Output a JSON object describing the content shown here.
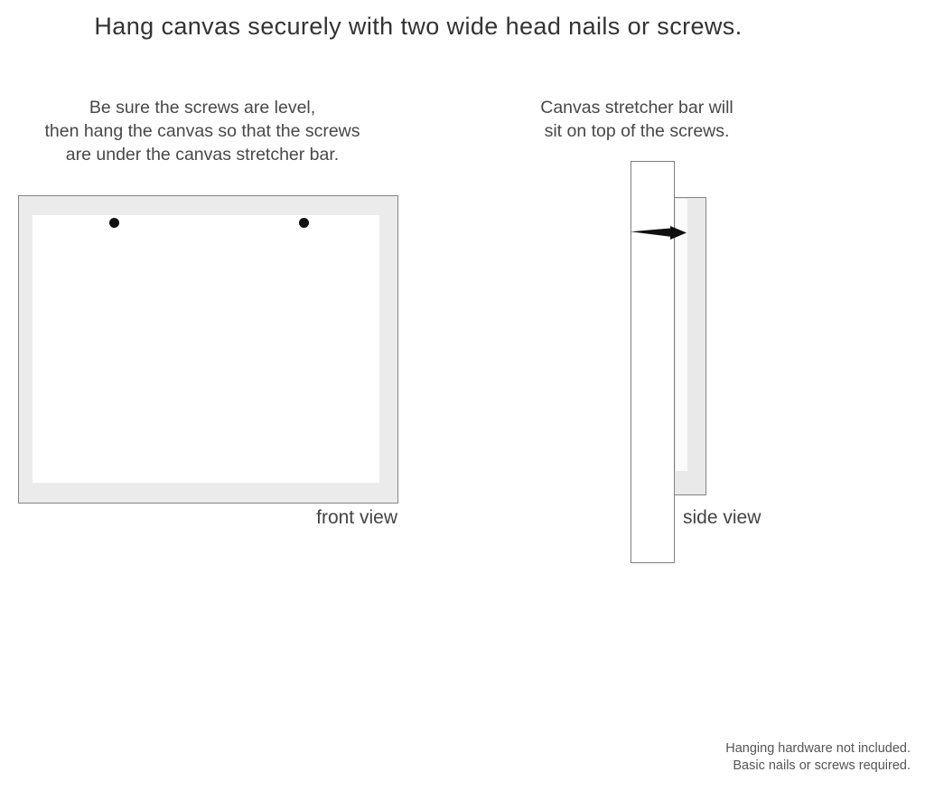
{
  "title": "Hang canvas securely with two wide head nails or screws.",
  "instructions": {
    "left": {
      "lines": [
        "Be sure the screws are level,",
        "then hang the canvas so that the screws",
        "are under the canvas stretcher bar."
      ]
    },
    "right": {
      "lines": [
        "Canvas stretcher bar will",
        "sit on top of the screws."
      ]
    }
  },
  "figures": {
    "front": {
      "label": "front view",
      "screw_count": 2,
      "description": "canvas face with two screw heads near top edge"
    },
    "side": {
      "label": "side view",
      "description": "wall bar with nail; canvas stretcher bar resting on top of nail"
    }
  },
  "footnote": {
    "lines": [
      "Hanging hardware not included.",
      "Basic nails or screws required."
    ]
  },
  "colors": {
    "background": "#ffffff",
    "canvas_fill": "#ebebeb",
    "canvas_inner": "#ffffff",
    "border": "#848484",
    "title_text": "#333333",
    "body_text": "#484848",
    "footnote_text": "#555555",
    "nail": "#101010"
  }
}
